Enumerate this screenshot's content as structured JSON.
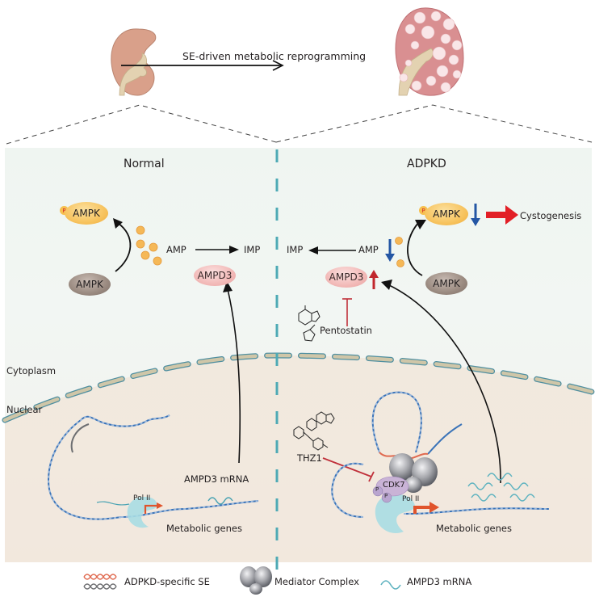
{
  "top": {
    "arrow_label": "SE-driven metabolic reprogramming",
    "left_kidney": "normal-kidney",
    "right_kidney": "polycystic-kidney"
  },
  "normal": {
    "title": "Normal",
    "ampk_phospho": "AMPK",
    "phospho_mark": "P",
    "ampk": "AMPK",
    "amp": "AMP",
    "imp": "IMP",
    "ampd3": "AMPD3",
    "mrna_label": "AMPD3 mRNA",
    "pol2": "Pol II",
    "genes": "Metabolic genes"
  },
  "adpkd": {
    "title": "ADPKD",
    "ampk_phospho": "AMPK",
    "phospho_mark": "P",
    "ampk": "AMPK",
    "cystogenesis": "Cystogenesis",
    "amp": "AMP",
    "imp": "IMP",
    "ampd3": "AMPD3",
    "inhibitor1": "Pentostatin",
    "inhibitor2": "THZ1",
    "cdk7": "CDK7",
    "p1": "P",
    "p2": "P",
    "pol2": "Pol II",
    "genes": "Metabolic genes",
    "ampk_change": "down",
    "amp_change": "down",
    "ampd3_change": "up"
  },
  "compartments": {
    "cytoplasm": "Cytoplasm",
    "nuclear": "Nuclear"
  },
  "legend": [
    {
      "icon": "super-enhancer-dna-icon",
      "label": "ADPKD-specific SE"
    },
    {
      "icon": "mediator-complex-icon",
      "label": "Mediator Complex"
    },
    {
      "icon": "mrna-wave-icon",
      "label": "AMPD3 mRNA"
    }
  ],
  "colors": {
    "divider": "#4eaab5",
    "up_arrow": "#d2232a",
    "down_arrow": "#2456a4",
    "inhibit": "#c0303a",
    "dna_blue": "#3a73b8",
    "se_red": "#e06a50",
    "pol2": "#a9dde3",
    "cdk7": "#c9b3d6"
  }
}
